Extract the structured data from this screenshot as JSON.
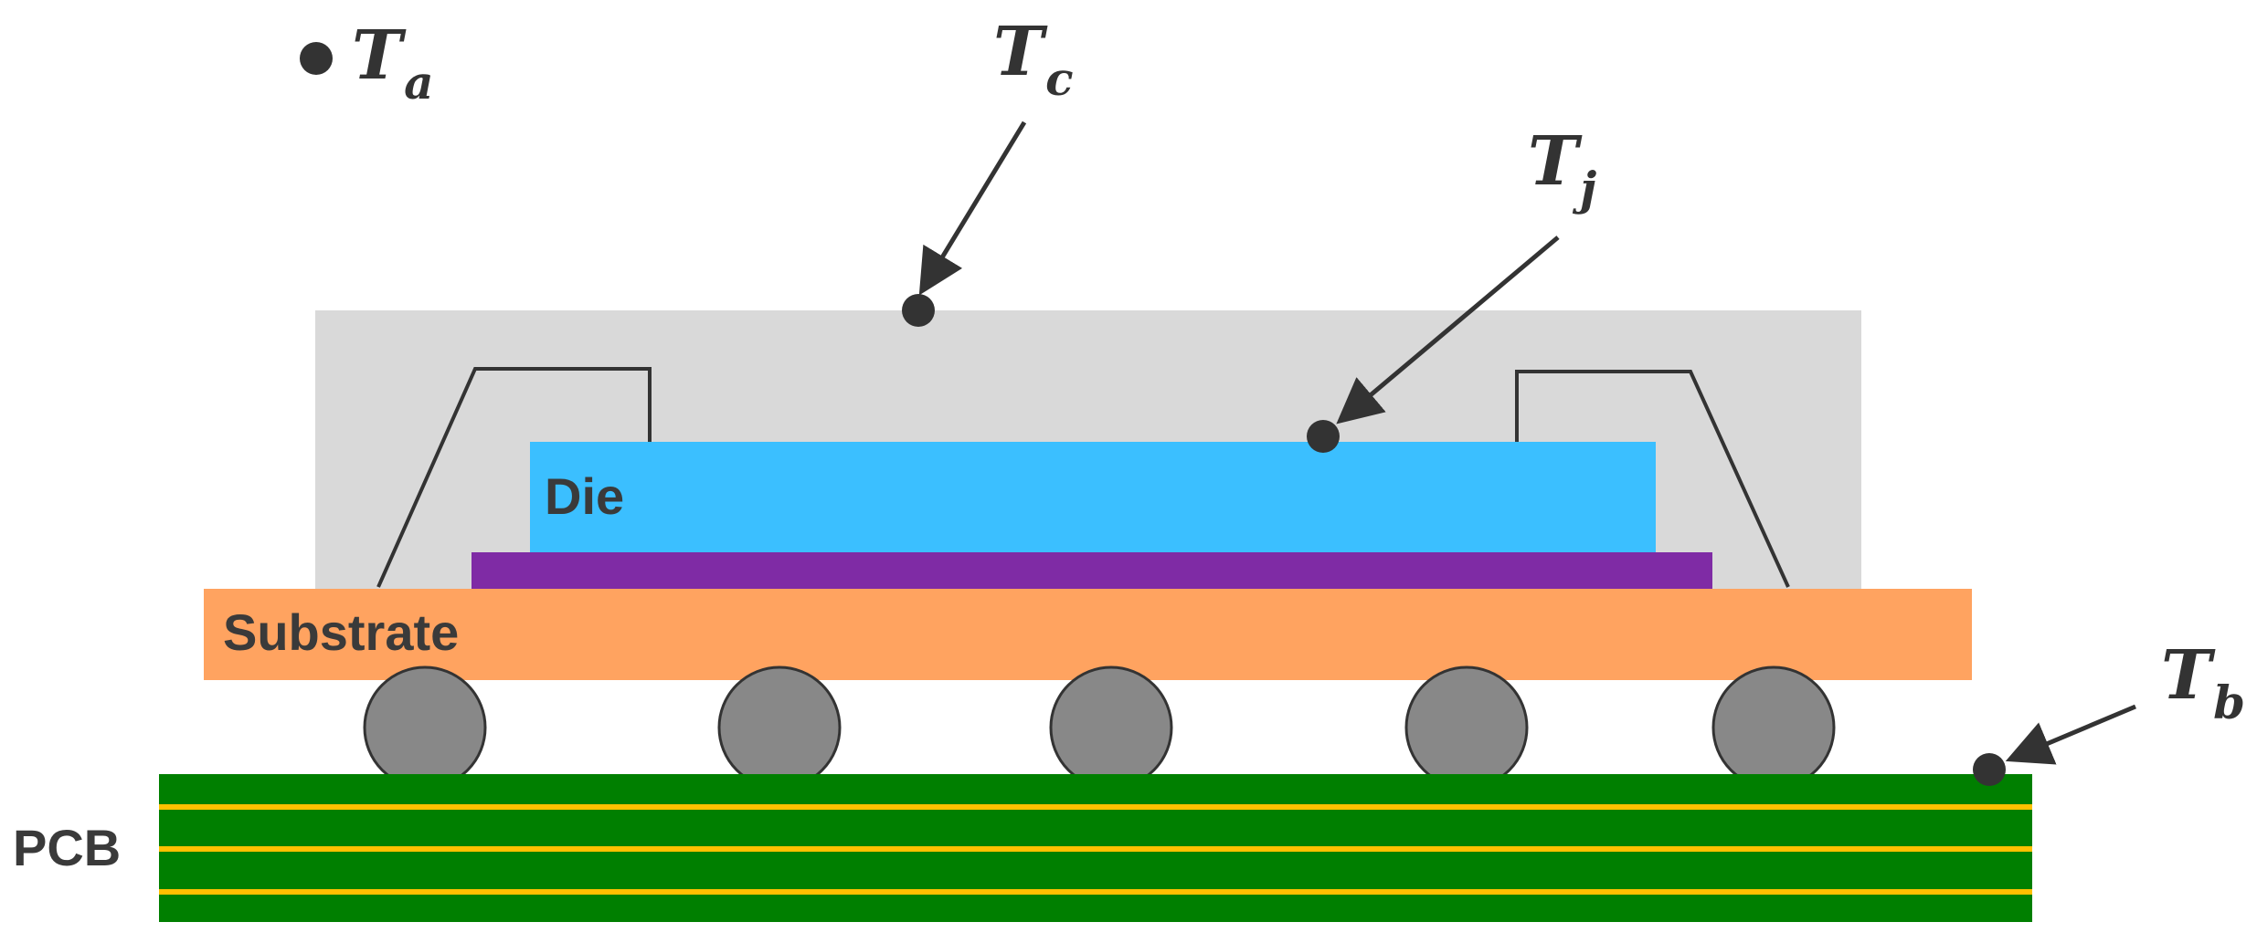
{
  "labels": {
    "die": "Die",
    "substrate": "Substrate",
    "pcb": "PCB"
  },
  "temperature_points": {
    "ambient": {
      "symbol": "T",
      "subscript": "a"
    },
    "case": {
      "symbol": "T",
      "subscript": "c"
    },
    "junction": {
      "symbol": "T",
      "subscript": "j"
    },
    "board": {
      "symbol": "T",
      "subscript": "b"
    }
  },
  "colors": {
    "mold": "#d9d9d9",
    "die": "#3bbfff",
    "die_attach": "#7f2ba5",
    "substrate": "#ffa360",
    "pcb": "#007f00",
    "pcb_trace": "#ffc000",
    "solder_ball": "#888888",
    "marker": "#333333"
  },
  "solder_ball_count": 5,
  "pcb_trace_count": 3
}
